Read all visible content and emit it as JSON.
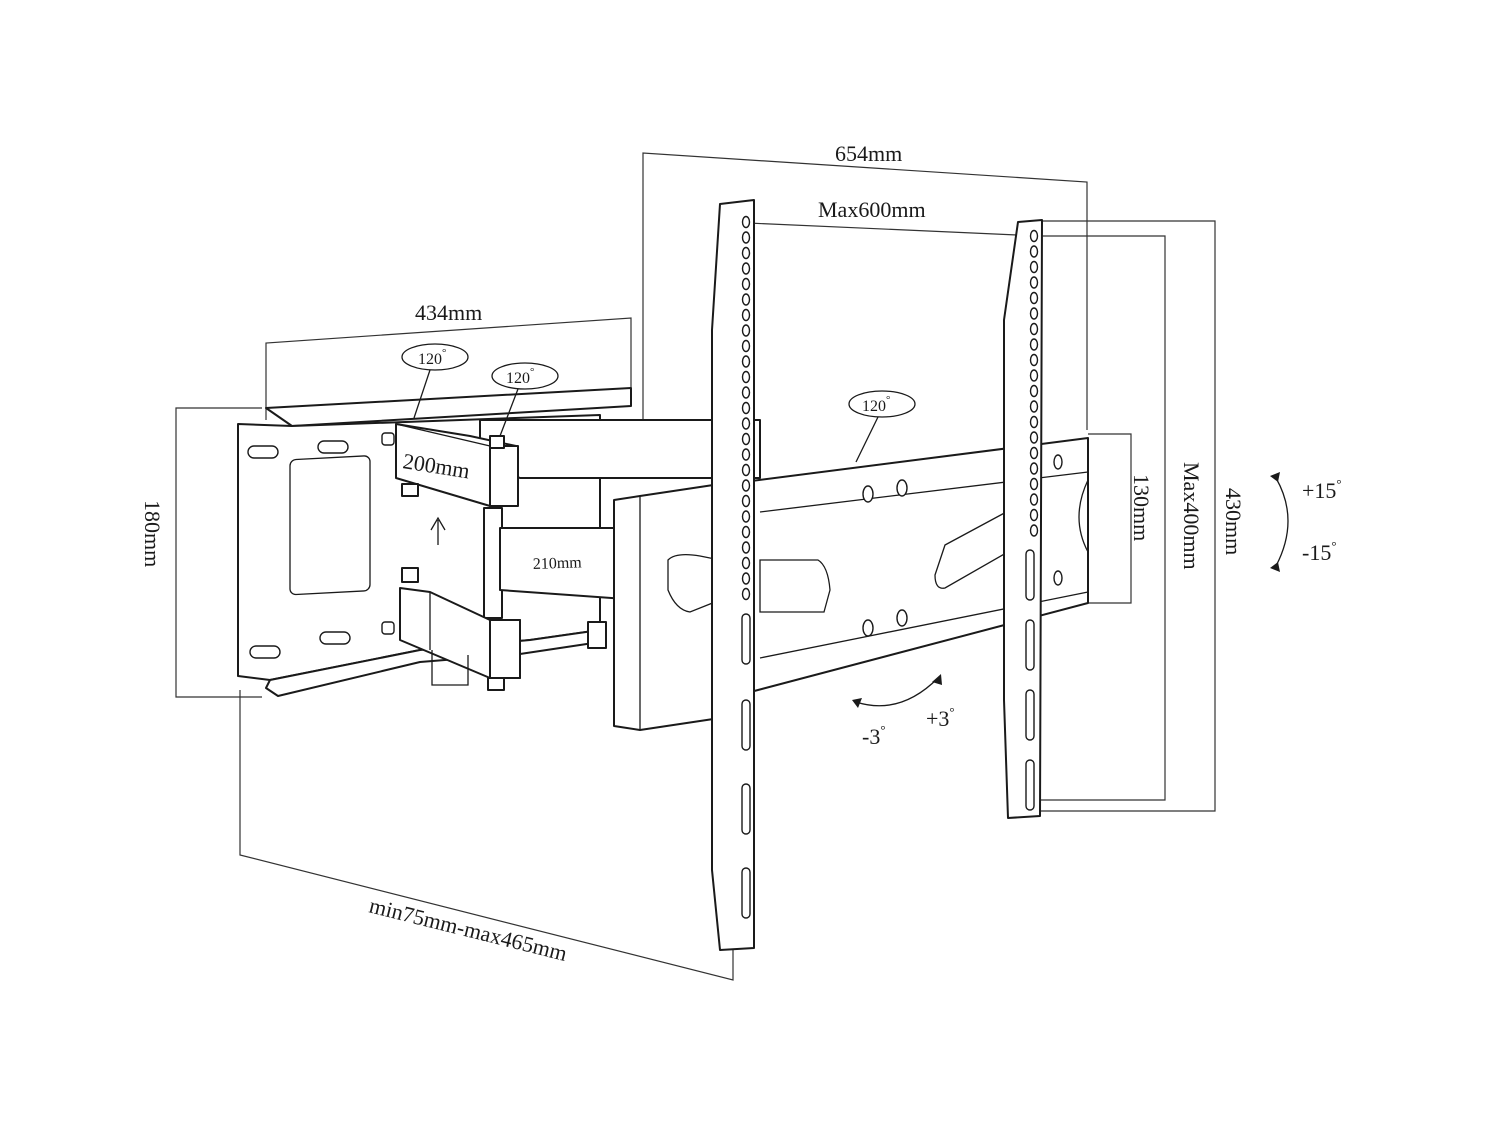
{
  "colors": {
    "line": "#1a1a1a",
    "background": "#ffffff"
  },
  "dimensions": {
    "plate_width": "654mm",
    "max_horizontal": "Max600mm",
    "wall_plate_width": "434mm",
    "wall_plate_height": "180mm",
    "arm_1": "200mm",
    "arm_2": "210mm",
    "rail_height": "130mm",
    "max_vertical": "Max400mm",
    "plate_height": "430mm",
    "extension": "min75mm-max465mm"
  },
  "angles": {
    "swivel_wall": "120",
    "swivel_mid": "120",
    "swivel_head": "120",
    "tilt_up": "+15",
    "tilt_down": "-15",
    "level_minus": "-3",
    "level_plus": "+3",
    "degree_symbol": "°"
  }
}
